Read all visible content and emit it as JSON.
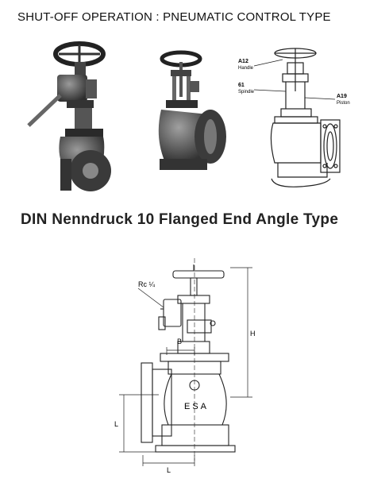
{
  "header": {
    "title": "SHUT-OFF OPERATION : PNEUMATIC CONTROL TYPE"
  },
  "section": {
    "title": "DIN Nenndruck 10 Flanged End Angle Type"
  },
  "callouts": [
    {
      "code": "A12",
      "name": "Handle"
    },
    {
      "code": "61",
      "name": "Spindle"
    },
    {
      "code": "A19",
      "name": "Piston"
    }
  ],
  "drawing": {
    "port_label": "Rc ¼",
    "dim_b": "B",
    "dim_h": "H",
    "dim_l_vertical": "L",
    "dim_l_horizontal": "L",
    "body_mark": "ESA"
  }
}
